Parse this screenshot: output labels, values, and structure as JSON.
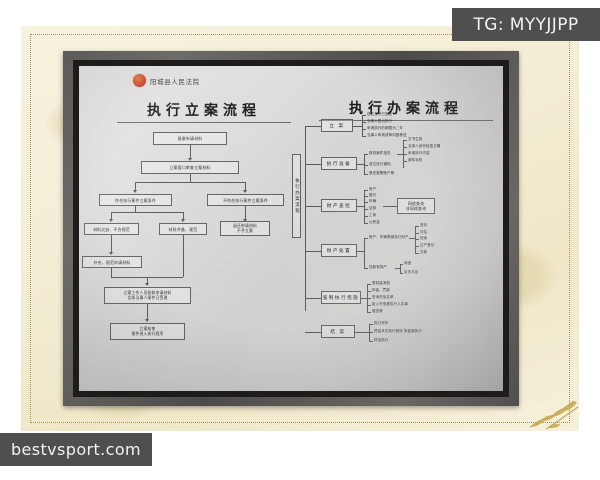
{
  "watermarks": {
    "top_right": "TG: MYYJJPP",
    "bottom_left": "bestvsport.com"
  },
  "poster": {
    "court_name": "阳城县人民法院",
    "emblem": "national-emblem-icon",
    "left_title": "执行立案流程",
    "right_title": "执行办案流程",
    "left_flow": {
      "boxes": [
        {
          "id": "b1",
          "text": "接收申请材料"
        },
        {
          "id": "b2",
          "text": "立案窗口审查立案材料"
        },
        {
          "id": "b3",
          "text": "符合执行案件立案条件"
        },
        {
          "id": "b4",
          "text": "不符合执行案件立案条件"
        },
        {
          "id": "b5",
          "text": "材料欠缺、不合规范"
        },
        {
          "id": "b6",
          "text": "材料齐备、规范"
        },
        {
          "id": "b7",
          "text": "退还申请材料\n不予立案"
        },
        {
          "id": "b8",
          "text": "补充、规范申请材料"
        },
        {
          "id": "b9",
          "text": "立案工作人员收取申请材料\n告知当事人案件已受理"
        },
        {
          "id": "b10",
          "text": "立案结束\n案件进入执行程序"
        }
      ]
    },
    "right_flow": {
      "spine_label": "执行办案流程",
      "branches": [
        {
          "node": "立 案",
          "leaves": [
            "送达文书已生效",
            "当事人提出执行",
            "申请执行的期限为二年",
            "当事人申请或审判庭移送"
          ]
        },
        {
          "node": "执行准备",
          "leaves": [
            "核查案件相关",
            "送达执行通知",
            "退还报警账户等"
          ],
          "sub_box": [
            "文书生效",
            "当事人身份信息正确",
            "申请执行内容",
            "案件标的"
          ]
        },
        {
          "node": "财产查控",
          "leaves": [
            "房产",
            "银行",
            "车辆",
            "证券",
            "工商",
            "公积金"
          ],
          "side_box": "网络查询\n非网络查询"
        },
        {
          "node": "财产处置",
          "leaves": [
            "房产、车辆等被执行财产",
            "还款有财产"
          ],
          "sub_right": [
            "查封",
            "评估",
            "拍卖",
            "过户登记",
            "交款"
          ],
          "sub_right2": [
            "淘宝",
            "京东平台"
          ]
        },
        {
          "node": "强制执行措施",
          "leaves": [
            "限制高消费",
            "拘留、罚款",
            "查询失信名单",
            "拒入失信被执行人名单",
            "搜查等"
          ]
        },
        {
          "node": "结 案",
          "leaves": [
            "执行完毕",
            "终结本次执行程序 恢复案执行",
            "终结执行"
          ]
        }
      ]
    }
  }
}
